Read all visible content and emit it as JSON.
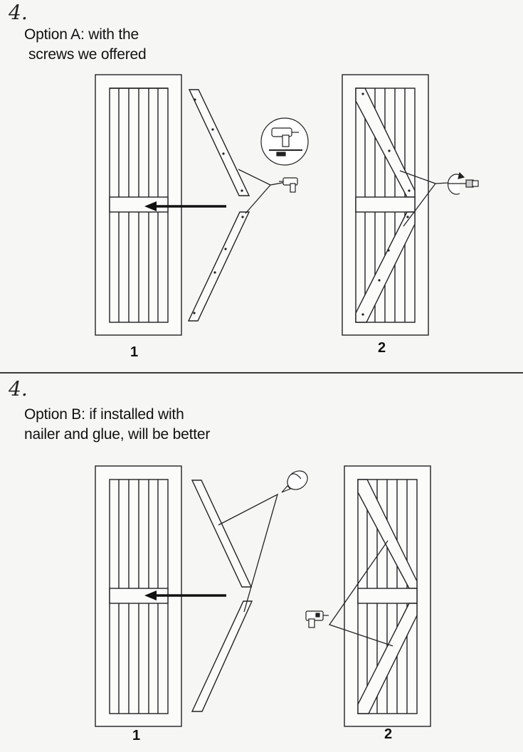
{
  "section_a": {
    "step": "4.",
    "heading_line1": "Option A: with the",
    "heading_line2": "screws we offered",
    "figure_labels": [
      "1",
      "2"
    ]
  },
  "section_b": {
    "step": "4.",
    "heading_line1": "Option B: if installed with",
    "heading_line2": "nailer and glue, will be better",
    "figure_labels": [
      "1",
      "2"
    ]
  },
  "icons": [
    "drill-icon",
    "screwdriver-icon",
    "glue-bottle-icon",
    "nail-gun-icon",
    "direction-arrow-icon"
  ]
}
